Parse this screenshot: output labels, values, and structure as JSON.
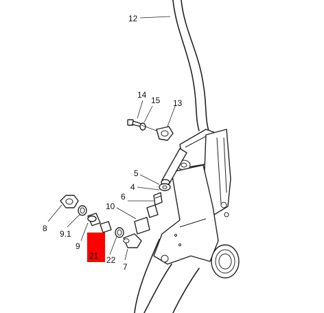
{
  "diagram": {
    "labels": {
      "p12": "12",
      "p14": "14",
      "p15": "15",
      "p13": "13",
      "p5": "5",
      "p4": "4",
      "p6": "6",
      "p10": "10",
      "p8": "8",
      "p9_1": "9.1",
      "p9": "9",
      "p21": "21",
      "p22": "22",
      "p7": "7"
    },
    "colors": {
      "highlight": "#ff0000",
      "ink": "#222222",
      "background": "#ffffff"
    }
  }
}
